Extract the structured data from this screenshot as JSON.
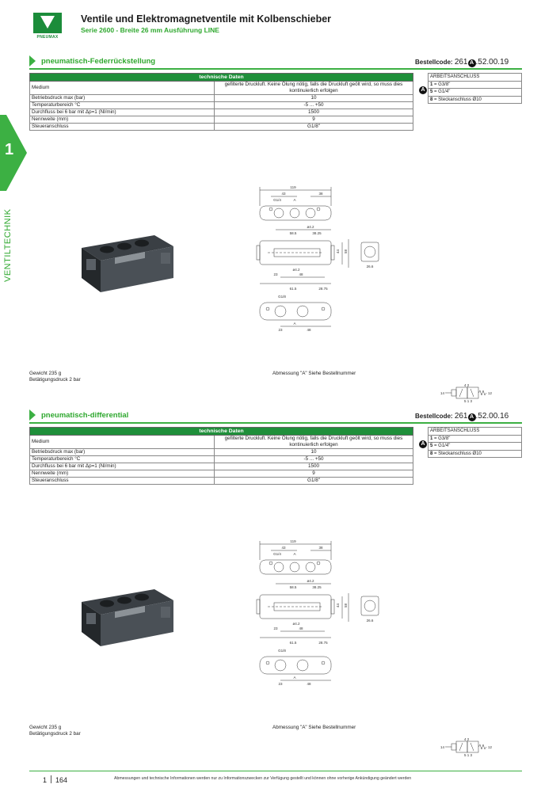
{
  "header": {
    "brand": "PNEUMAX",
    "title": "Ventile und Elektromagnetventile mit Kolbenschieber",
    "subtitle": "Serie 2600 - Breite 26 mm Ausführung LINE"
  },
  "side_tab": {
    "number": "1",
    "label": "VENTILTECHNIK"
  },
  "sections": [
    {
      "title": "pneumatisch-Federrückstellung",
      "order_label": "Bestellcode:",
      "order_prefix": "261",
      "order_badge": "A",
      "order_suffix": ".52.00.19",
      "table_header": "technische Daten",
      "rows": [
        {
          "label": "Medium",
          "value": "gefilterte Druckluft. Keine Ölung nötig, falls die Druckluft geölt wird, so muss dies kontinuierlich erfolgen"
        },
        {
          "label": "Betriebsdruck max (bar)",
          "value": "10"
        },
        {
          "label": "Temperaturbereich °C",
          "value": "-5 ... +50"
        },
        {
          "label": "Durchfluss bei 6 bar mit Δp=1 (Nl/min)",
          "value": "1500"
        },
        {
          "label": "Nennweite (mm)",
          "value": "9"
        },
        {
          "label": "Steueranschluss",
          "value": "G1/8\""
        }
      ],
      "options_header": "ARBEITSANSCHLUSS",
      "options": [
        {
          "key": "1",
          "text": " = G3/8\""
        },
        {
          "key": "5",
          "text": " = G1/4\""
        },
        {
          "key": "8",
          "text": " = Steckanschluss Ø10"
        }
      ],
      "weight": "Gewicht 235 g",
      "actuation": "Betätigungsdruck 2 bar",
      "dim_note": "Abmessung \"A\" Siehe Bestellnummer",
      "dims": {
        "total": "119",
        "a": "43",
        "b": "38",
        "port_top": "G1/4",
        "mid_a": "58.5",
        "mid_b": "38.25",
        "hole": "ø4.2",
        "left": "23",
        "right": "48",
        "h1": "44",
        "h2": "58",
        "side": "26.6",
        "bot_a": "61.5",
        "bot_b": "28.75",
        "port_bot": "G1/8",
        "letter": "A"
      },
      "symbol": {
        "left": "14",
        "right": "12",
        "top": "4 2",
        "bottom": "5 1 3"
      }
    },
    {
      "title": "pneumatisch-differential",
      "order_label": "Bestellcode:",
      "order_prefix": "261",
      "order_badge": "A",
      "order_suffix": ".52.00.16",
      "table_header": "technische Daten",
      "rows": [
        {
          "label": "Medium",
          "value": "gefilterte Druckluft. Keine Ölung nötig, falls die Druckluft geölt wird, so muss dies kontinuierlich erfolgen"
        },
        {
          "label": "Betriebsdruck max (bar)",
          "value": "10"
        },
        {
          "label": "Temperaturbereich °C",
          "value": "-5 ... +50"
        },
        {
          "label": "Durchfluss bei 6 bar mit Δp=1 (Nl/min)",
          "value": "1500"
        },
        {
          "label": "Nennweite (mm)",
          "value": "9"
        },
        {
          "label": "Steueranschluss",
          "value": "G1/8\""
        }
      ],
      "options_header": "ARBEITSANSCHLUSS",
      "options": [
        {
          "key": "1",
          "text": " = G3/8\""
        },
        {
          "key": "5",
          "text": " = G1/4\""
        },
        {
          "key": "8",
          "text": " = Steckanschluss Ø10"
        }
      ],
      "weight": "Gewicht 235 g",
      "actuation": "Betätigungsdruck 2 bar",
      "dim_note": "Abmessung \"A\" Siehe Bestellnummer",
      "dims": {
        "total": "119",
        "a": "43",
        "b": "38",
        "port_top": "G1/4",
        "mid_a": "58.5",
        "mid_b": "38.25",
        "hole": "ø4.2",
        "left": "23",
        "right": "48",
        "h1": "44",
        "h2": "58",
        "side": "26.6",
        "bot_a": "61.5",
        "bot_b": "28.75",
        "port_bot": "G1/8",
        "letter": "A"
      },
      "symbol": {
        "left": "14",
        "right": "12",
        "top": "4 2",
        "bottom": "5 1 3"
      }
    }
  ],
  "footer": {
    "chapter": "1",
    "page": "164",
    "disclaimer": "Abmessungen und technische Informationen werden nur zu Informationszwecken zur Verfügung gestellt und können ohne vorherige Ankündigung geändert werden"
  },
  "colors": {
    "accent": "#2fa82f",
    "table_header": "#1f8f3a",
    "tab": "#3cb043"
  }
}
